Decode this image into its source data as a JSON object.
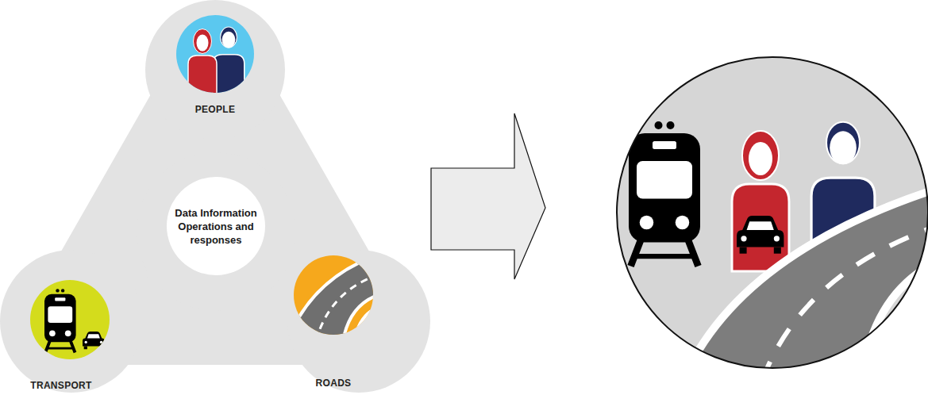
{
  "diagram": {
    "nodes": [
      {
        "text": [
          "PEOPLE"
        ]
      },
      {
        "text": [
          "Data Information Operations and responses"
        ]
      },
      {
        "text": [
          "TRANSPORT"
        ]
      },
      {
        "text": [
          "ROADS"
        ]
      }
    ]
  }
}
